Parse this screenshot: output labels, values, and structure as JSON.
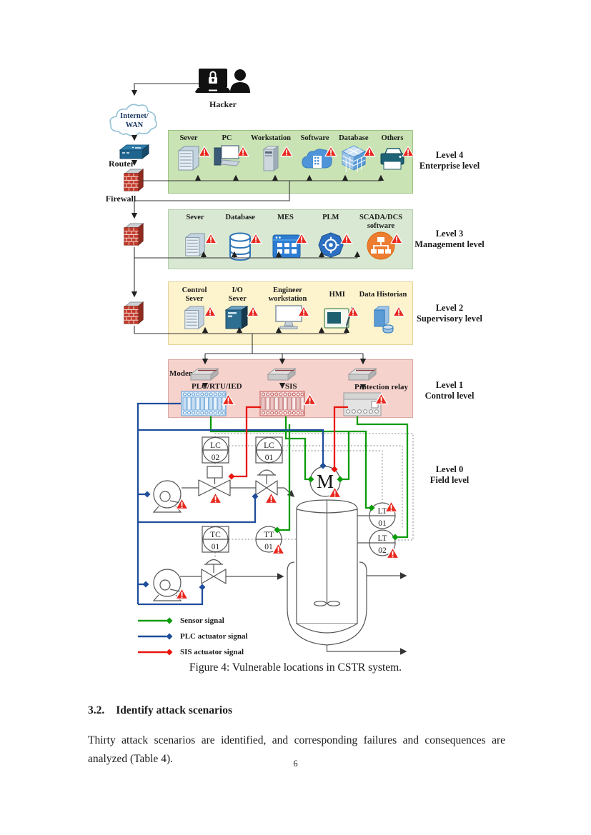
{
  "figure": {
    "caption": "Figure 4: Vulnerable locations in CSTR system.",
    "hacker_label": "Hacker",
    "cloud_line1": "Internet/",
    "cloud_line2": "WAN",
    "router_label": "Router",
    "firewall_label": "Firewall",
    "levels": [
      {
        "name": "Level 4",
        "sub": "Enterprise level",
        "items": [
          "Sever",
          "PC",
          "Workstation",
          "Software",
          "Database",
          "Others"
        ]
      },
      {
        "name": "Level 3",
        "sub": "Management level",
        "items": [
          "Sever",
          "Database",
          "MES",
          "PLM",
          "SCADA/DCS software"
        ]
      },
      {
        "name": "Level 2",
        "sub": "Supervisory level",
        "items": [
          "Control Sever",
          "I/O Sever",
          "Engineer workstation",
          "HMI",
          "Data Historian"
        ]
      },
      {
        "name": "Level 1",
        "sub": "Control level",
        "modem_label": "Modem",
        "items": [
          "PLC/RTU/IED",
          "SIS",
          "Protection relay"
        ]
      },
      {
        "name": "Level 0",
        "sub": "Field level"
      }
    ],
    "field": {
      "motor_label": "M",
      "instruments": [
        {
          "tag": "LC",
          "num": "02"
        },
        {
          "tag": "LC",
          "num": "01"
        },
        {
          "tag": "TC",
          "num": "01"
        },
        {
          "tag": "TT",
          "num": "01"
        },
        {
          "tag": "LT",
          "num": "01"
        },
        {
          "tag": "LT",
          "num": "02"
        }
      ]
    },
    "legend": [
      {
        "label": "Sensor signal",
        "color": "#089c08"
      },
      {
        "label": "PLC actuator signal",
        "color": "#1f4e9b"
      },
      {
        "label": "SIS actuator signal",
        "color": "#e8150d"
      }
    ]
  },
  "section": {
    "number": "3.2.",
    "title": "Identify attack scenarios"
  },
  "body": {
    "text": "Thirty attack scenarios are identified, and corresponding failures and consequences are analyzed (Table 4)."
  },
  "page": {
    "number": "6"
  }
}
